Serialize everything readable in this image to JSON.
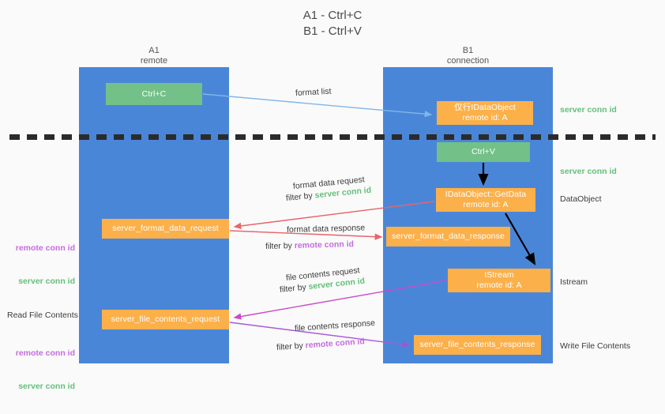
{
  "title": "A1 - Ctrl+C\nB1 - Ctrl+V",
  "lanes": [
    {
      "name": "A1",
      "sub": "remote",
      "label": "A1\nremote",
      "color": "#4a86d8"
    },
    {
      "name": "B1",
      "sub": "connection",
      "label": "B1\nconnection",
      "color": "#4a86d8"
    }
  ],
  "colors": {
    "lane": "#4a86d8",
    "green_box": "#73c088",
    "orange_box": "#fcb04a",
    "server_conn_id": "#63c07a",
    "remote_conn_id": "#c56ce0",
    "arrow_blue": "#7fb6e8",
    "arrow_red": "#e8656a",
    "arrow_magenta": "#c94bc9",
    "arrow_purple": "#9b59d0",
    "arrow_black": "#000000",
    "divider": "#2b2b2b",
    "background": "#fafafa"
  },
  "boxes": {
    "ctrl_c": {
      "line1": "Ctrl+C",
      "line2": "",
      "fill": "green"
    },
    "idataobject": {
      "line1": "仅行IDataObject",
      "line2": "remote id: A",
      "fill": "orange"
    },
    "ctrl_v": {
      "line1": "Ctrl+V",
      "line2": "",
      "fill": "green"
    },
    "getdata": {
      "line1": "IDataObject::GetData",
      "line2": "remote id: A",
      "fill": "orange"
    },
    "format_data_request": {
      "line1": "server_format_data_request",
      "line2": "",
      "fill": "orange"
    },
    "format_data_response": {
      "line1": "server_format_data_response",
      "line2": "",
      "fill": "orange"
    },
    "istream": {
      "line1": "IStream",
      "line2": "remote id: A",
      "fill": "orange"
    },
    "file_contents_request": {
      "line1": "server_file_contents_request",
      "line2": "",
      "fill": "orange"
    },
    "file_contents_response": {
      "line1": "server_file_contents_response",
      "line2": "",
      "fill": "orange"
    }
  },
  "edge_labels": {
    "format_list": "format list",
    "format_data_request": "format data request",
    "format_data_request_filter_prefix": "filter by ",
    "format_data_request_filter_value": "server conn id",
    "format_data_response": "format data response",
    "format_data_response_filter_prefix": "filter by ",
    "format_data_response_filter_value": "remote conn id",
    "file_contents_request": "file contents request",
    "file_contents_request_filter_prefix": "filter by ",
    "file_contents_request_filter_value": "server conn id",
    "file_contents_response": "file contents response",
    "file_contents_response_filter_prefix": "filter by ",
    "file_contents_response_filter_value": "remote conn id"
  },
  "annotations": {
    "right": [
      {
        "text": "server conn id",
        "style": "server"
      },
      {
        "text": "server conn id",
        "style": "server"
      },
      {
        "text": "DataObject",
        "style": "plain"
      },
      {
        "text": "Istream",
        "style": "plain"
      },
      {
        "text": "Write File Contents",
        "style": "plain"
      }
    ],
    "left": [
      {
        "text": "remote conn id",
        "style": "remote"
      },
      {
        "text": "server conn id",
        "style": "server"
      },
      {
        "text": "Read File Contents",
        "style": "plain"
      },
      {
        "text": "remote conn id",
        "style": "remote"
      },
      {
        "text": "server conn id",
        "style": "server"
      }
    ]
  }
}
